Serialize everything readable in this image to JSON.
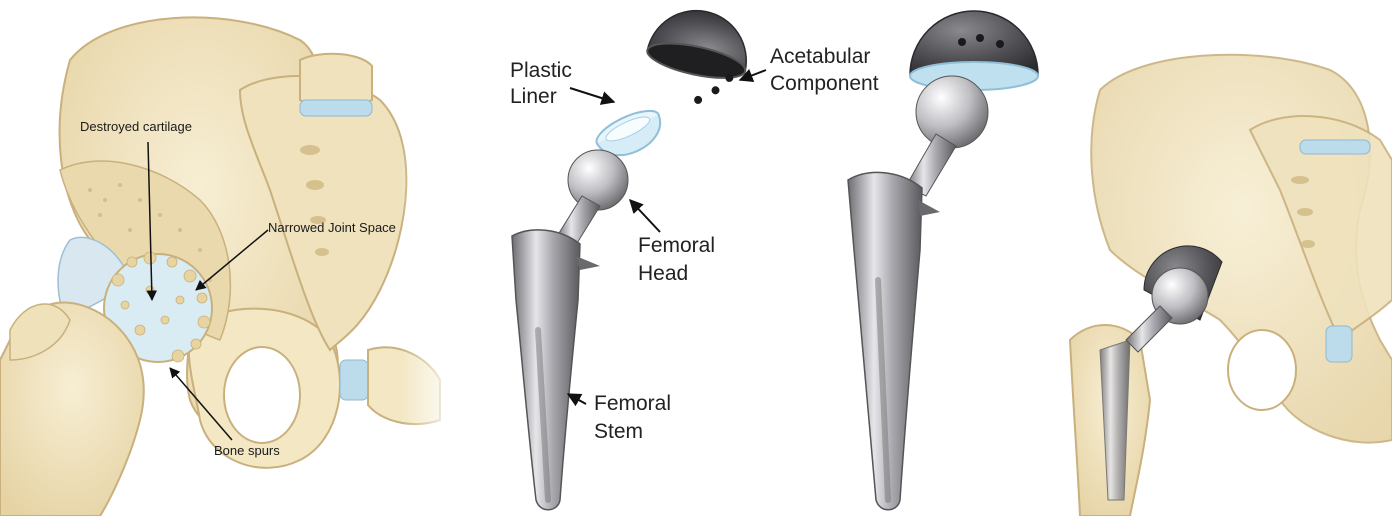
{
  "panels": {
    "arthritic_hip": {
      "labels": {
        "destroyed_cartilage": "Destroyed cartilage",
        "narrowed_joint_space": "Narrowed Joint Space",
        "bone_spurs": "Bone spurs"
      }
    },
    "implant_components": {
      "labels": {
        "plastic_liner_line1": "Plastic",
        "plastic_liner_line2": "Liner",
        "acetabular_line1": "Acetabular",
        "acetabular_line2": "Component",
        "femoral_head_line1": "Femoral",
        "femoral_head_line2": "Head",
        "femoral_stem_line1": "Femoral",
        "femoral_stem_line2": "Stem"
      }
    }
  },
  "colors": {
    "bone": "#f1e4c0",
    "bone_outline": "#c9b07c",
    "cartilage": "#bcdcec",
    "metal_dark": "#4a4a4e",
    "metal_light": "#d8d8dc",
    "liner": "#d6ecf6"
  }
}
